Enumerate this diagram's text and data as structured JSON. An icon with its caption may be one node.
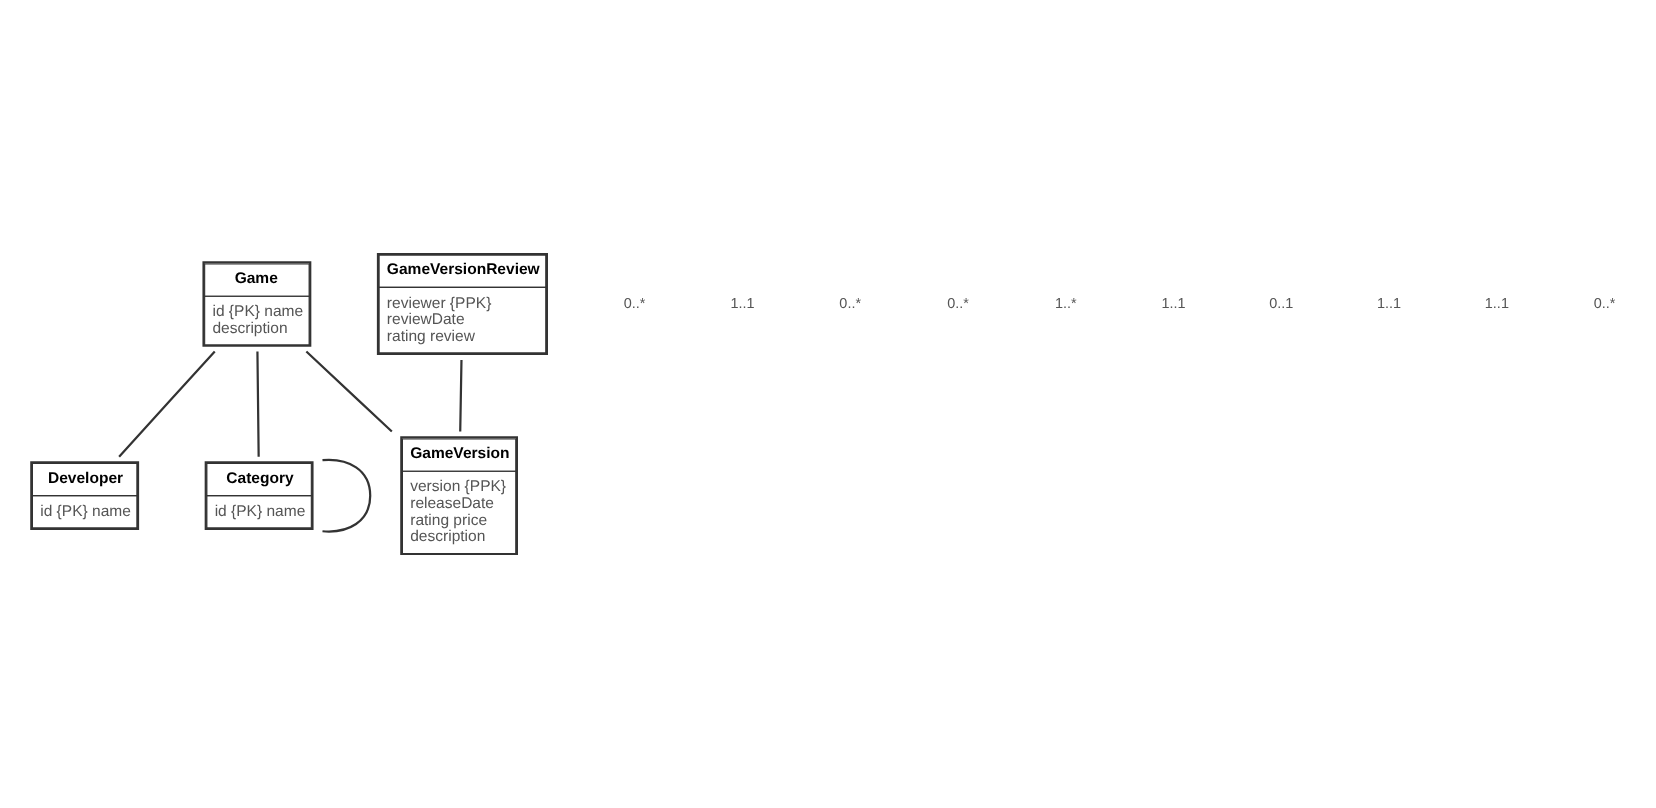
{
  "diagram": {
    "nodes": [
      {
        "text": [
          "Game",
          "id {PK} name description"
        ]
      },
      {
        "text": [
          "GameVersionReview",
          "reviewer {PPK} reviewDate rating review"
        ]
      },
      {
        "text": [
          "Developer",
          "id {PK} name"
        ]
      },
      {
        "text": [
          "Category",
          "id {PK} name"
        ]
      },
      {
        "text": [
          "GameVersion",
          "version {PPK} releaseDate rating price description"
        ]
      }
    ],
    "edges": [
      {
        "from": 0,
        "to": 2,
        "arrow": "none"
      },
      {
        "from": 0,
        "to": 3,
        "arrow": "none"
      },
      {
        "from": 3,
        "to": 3,
        "arrow": "none"
      },
      {
        "from": 0,
        "to": 4,
        "arrow": "none"
      },
      {
        "from": 1,
        "to": 4,
        "arrow": "none"
      }
    ],
    "labels": [
      "0..*",
      "1..1",
      "0..*",
      "0..*",
      "1..*",
      "1..1",
      "0..1",
      "1..1",
      "1..1",
      "0..*"
    ]
  }
}
